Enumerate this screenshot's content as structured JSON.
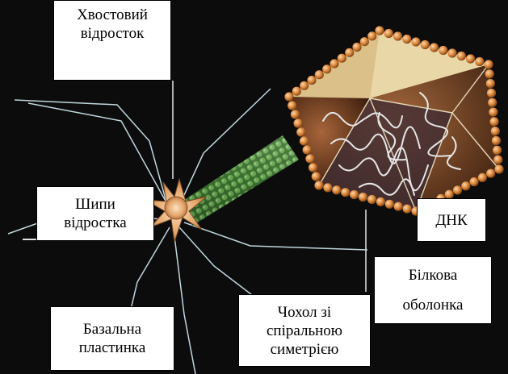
{
  "labels": {
    "tail_process": [
      "Хвостовий",
      "відросток"
    ],
    "spikes": [
      "Шипи",
      "відростка"
    ],
    "dna": [
      "ДНК"
    ],
    "protein_coat": [
      "Білкова",
      "оболонка"
    ],
    "base_plate": [
      "Базальна",
      "пластинка"
    ],
    "sheath": [
      "Чохол зі",
      "спіральною",
      "симетрією"
    ]
  },
  "colors": {
    "background": "#0c0c0c",
    "capsid_bead": "#d9853a",
    "capsid_face": "#c9a56a",
    "tail_sheath": "#4d8a3c",
    "base_plate": "#e3b07a",
    "tail_fibers": "#bfd6dc",
    "dna_strand": "#e6e6e6"
  }
}
